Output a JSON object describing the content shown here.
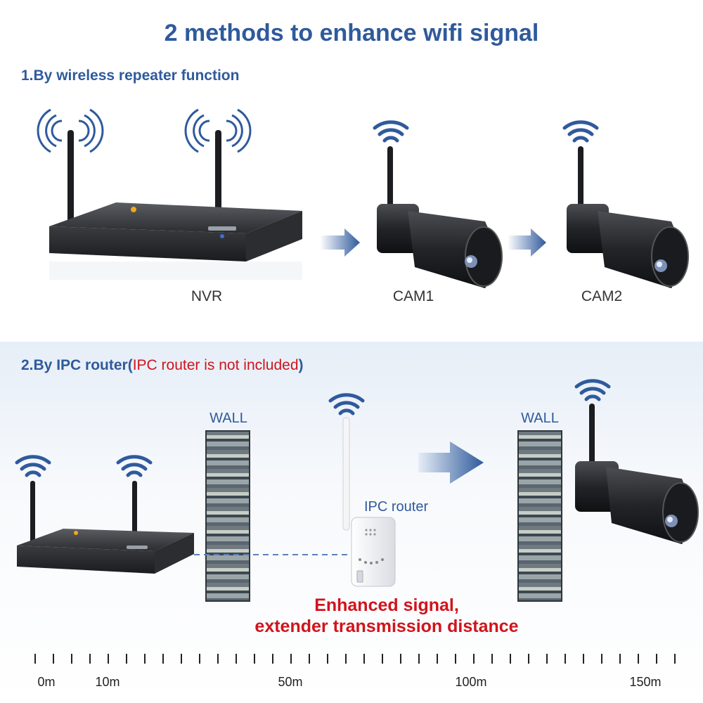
{
  "title": "2 methods to enhance wifi signal",
  "method1": {
    "heading": "1.By wireless repeater function",
    "labels": [
      "NVR",
      "CAM1",
      "CAM2"
    ]
  },
  "method2": {
    "heading": "2.By IPC router",
    "paren_open": "(",
    "note": "IPC router is not included",
    "paren_close": ")",
    "wall_label_1": "WALL",
    "wall_label_2": "WALL",
    "router_label": "IPC router",
    "enhanced_line1": "Enhanced signal,",
    "enhanced_line2": "extender transmission distance"
  },
  "scale": {
    "labels": [
      "0m",
      "10m",
      "50m",
      "100m",
      "150m"
    ]
  },
  "colors": {
    "accent": "#2f5a9c",
    "warning": "#d0141c",
    "wifi": "#2f5a9c"
  },
  "icons": [
    "wifi-icon",
    "antenna-signal-icon",
    "arrow-right-icon",
    "nvr-device",
    "camera-device",
    "router-device",
    "brick-wall"
  ]
}
